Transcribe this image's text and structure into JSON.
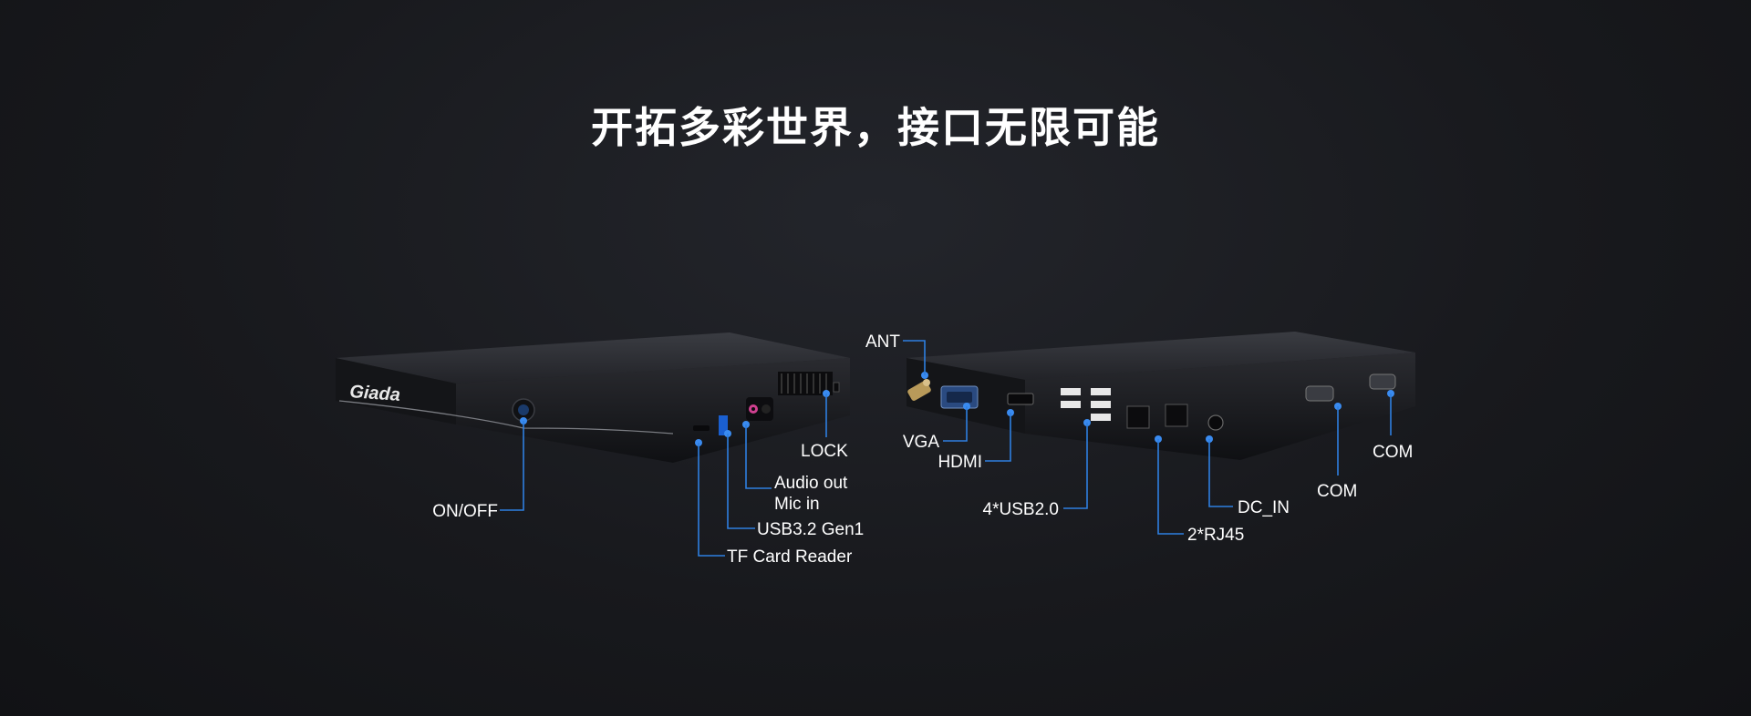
{
  "headline": "开拓多彩世界，接口无限可能",
  "front": {
    "brand": "Giada",
    "labels": {
      "power": "ON/OFF",
      "tf": "TF Card Reader",
      "usb": "USB3.2 Gen1",
      "audio_out": "Audio out",
      "mic": "Mic in",
      "lock": "LOCK"
    }
  },
  "rear": {
    "labels": {
      "ant": "ANT",
      "vga": "VGA",
      "hdmi": "HDMI",
      "usb2": "4*USB2.0",
      "rj45": "2*RJ45",
      "dcin": "DC_IN",
      "com1": "COM",
      "com2": "COM"
    }
  },
  "colors": {
    "accent": "#2e7fe0",
    "chassis": "#1c1d21",
    "background": "#18191d"
  },
  "icons": [
    "power-button-icon",
    "usb-port-icon",
    "audio-jack-icon",
    "lock-slot-icon",
    "antenna-connector-icon",
    "vga-port-icon",
    "hdmi-port-icon",
    "rj45-port-icon",
    "dc-jack-icon",
    "com-port-icon"
  ]
}
